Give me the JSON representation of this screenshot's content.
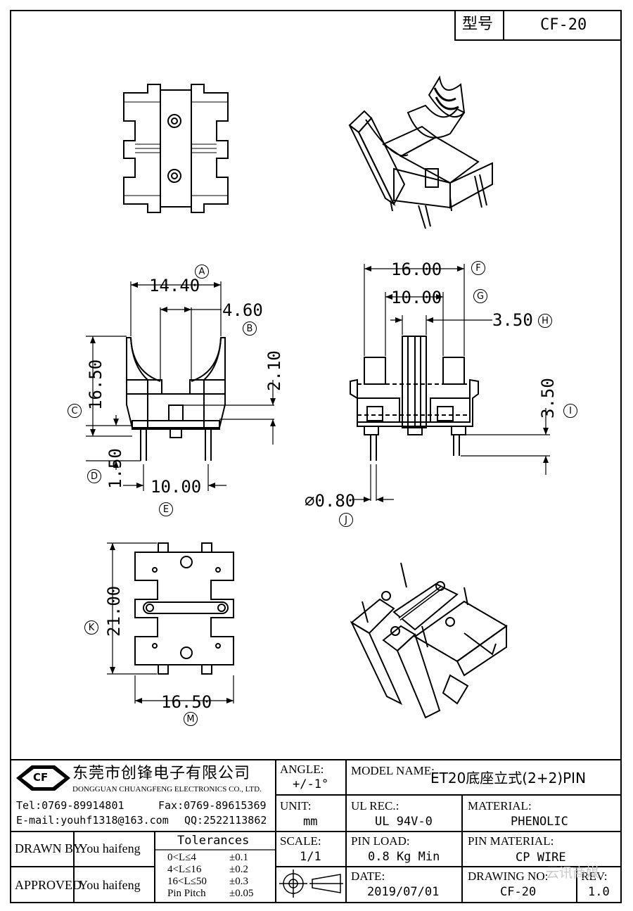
{
  "header": {
    "type_label": "型号",
    "type_value": "CF-20"
  },
  "dimensions": {
    "a": "14.40",
    "b": "4.60",
    "c": "16.50",
    "c2": "2.10",
    "d": "1.50",
    "e": "10.00",
    "f": "16.00",
    "g": "10.00",
    "h": "3.50",
    "i": "3.50",
    "j": "⌀0.80",
    "k": "21.00",
    "m": "16.50"
  },
  "markers": {
    "a": "A",
    "b": "B",
    "c": "C",
    "d": "D",
    "e": "E",
    "f": "F",
    "g": "G",
    "h": "H",
    "i": "I",
    "j": "J",
    "k": "K",
    "m": "M"
  },
  "company": {
    "logo": "CF",
    "name_cn": "东莞市创锋电子有限公司",
    "name_en": "DONGGUAN CHUANGFENG ELECTRONICS CO., LTD.",
    "tel": "Tel:0769-89914801",
    "fax": "Fax:0769-89615369",
    "email": "E-mail:youhf1318@163.com",
    "qq": "QQ:2522113862"
  },
  "title_block": {
    "angle_label": "ANGLE:",
    "angle_value": "+/-1°",
    "unit_label": "UNIT:",
    "unit_value": "mm",
    "scale_label": "SCALE:",
    "scale_value": "1/1",
    "model_label": "MODEL NAME:",
    "model_value": "ET20底座立式(2+2)PIN",
    "ul_label": "UL REC.:",
    "ul_value": "UL 94V-0",
    "material_label": "MATERIAL:",
    "material_value": "PHENOLIC",
    "pin_load_label": "PIN LOAD:",
    "pin_load_value": "0.8 Kg Min",
    "pin_material_label": "PIN MATERIAL:",
    "pin_material_value": "CP WIRE",
    "date_label": "DATE:",
    "date_value": "2019/07/01",
    "drawing_no_label": "DRAWING NO:",
    "drawing_no_value": "CF-20",
    "rev_label": "REV:",
    "rev_value": "1.0",
    "drawn_label": "DRAWN BY",
    "drawn_value": "You haifeng",
    "approved_label": "APPROVED",
    "approved_value": "You haifeng",
    "tolerances_title": "Tolerances",
    "tolerances": [
      {
        "range": "0<L≤4",
        "tol": "±0.1"
      },
      {
        "range": "4<L≤16",
        "tol": "±0.2"
      },
      {
        "range": "16<L≤50",
        "tol": "±0.3"
      },
      {
        "range": "Pin Pitch",
        "tol": "±0.05"
      }
    ]
  },
  "watermark": "云讯商媒"
}
